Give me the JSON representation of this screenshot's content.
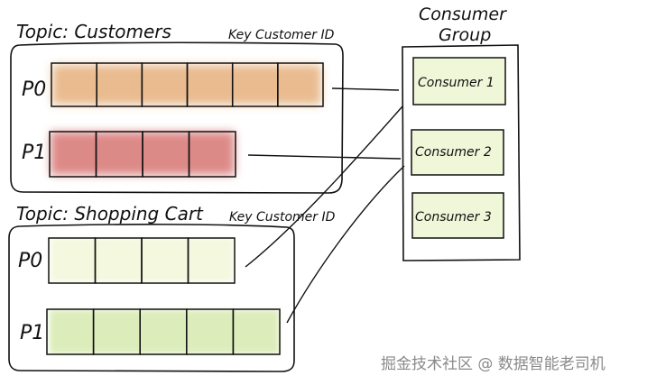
{
  "topics": [
    {
      "title": "Topic: Customers",
      "key_label": "Key Customer ID",
      "partitions": [
        {
          "label": "P0",
          "cells": 6,
          "fill": "#e2a56b"
        },
        {
          "label": "P1",
          "cells": 4,
          "fill": "#d46d6a"
        }
      ]
    },
    {
      "title": "Topic: Shopping Cart",
      "key_label": "Key Customer ID",
      "partitions": [
        {
          "label": "P0",
          "cells": 4,
          "fill": "#f3f8dd"
        },
        {
          "label": "P1",
          "cells": 5,
          "fill": "#d9ebb4"
        }
      ]
    }
  ],
  "consumer_group": {
    "title_line1": "Consumer",
    "title_line2": "Group",
    "consumers": [
      "Consumer 1",
      "Consumer 2",
      "Consumer 3"
    ],
    "consumer_fill": "#f0f6d8"
  },
  "watermark": "掘金技术社区 @ 数据智能老司机"
}
